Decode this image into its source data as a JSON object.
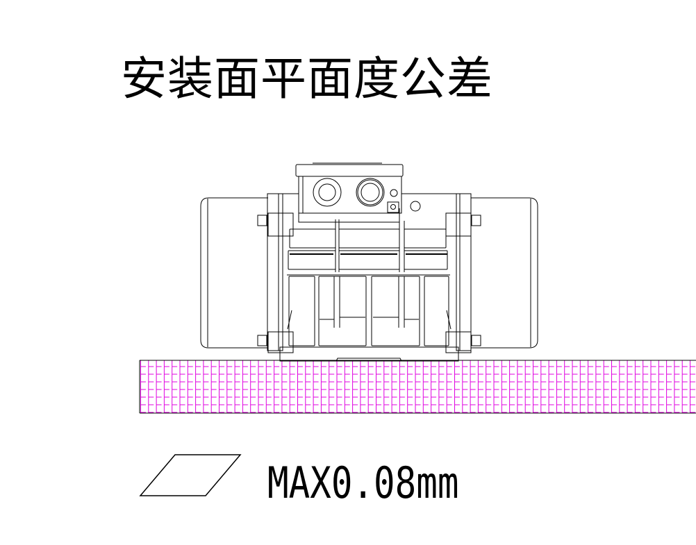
{
  "title": "安装面平面度公差",
  "drawing": {
    "subject": "vibration motor front view",
    "icon": "vibration-motor-icon"
  },
  "mounting_surface": {
    "hatch_color": "#e000e0",
    "outline_color": "#000000"
  },
  "tolerance": {
    "symbol": "flatness-symbol",
    "value_text": "MAX0.08mm"
  }
}
